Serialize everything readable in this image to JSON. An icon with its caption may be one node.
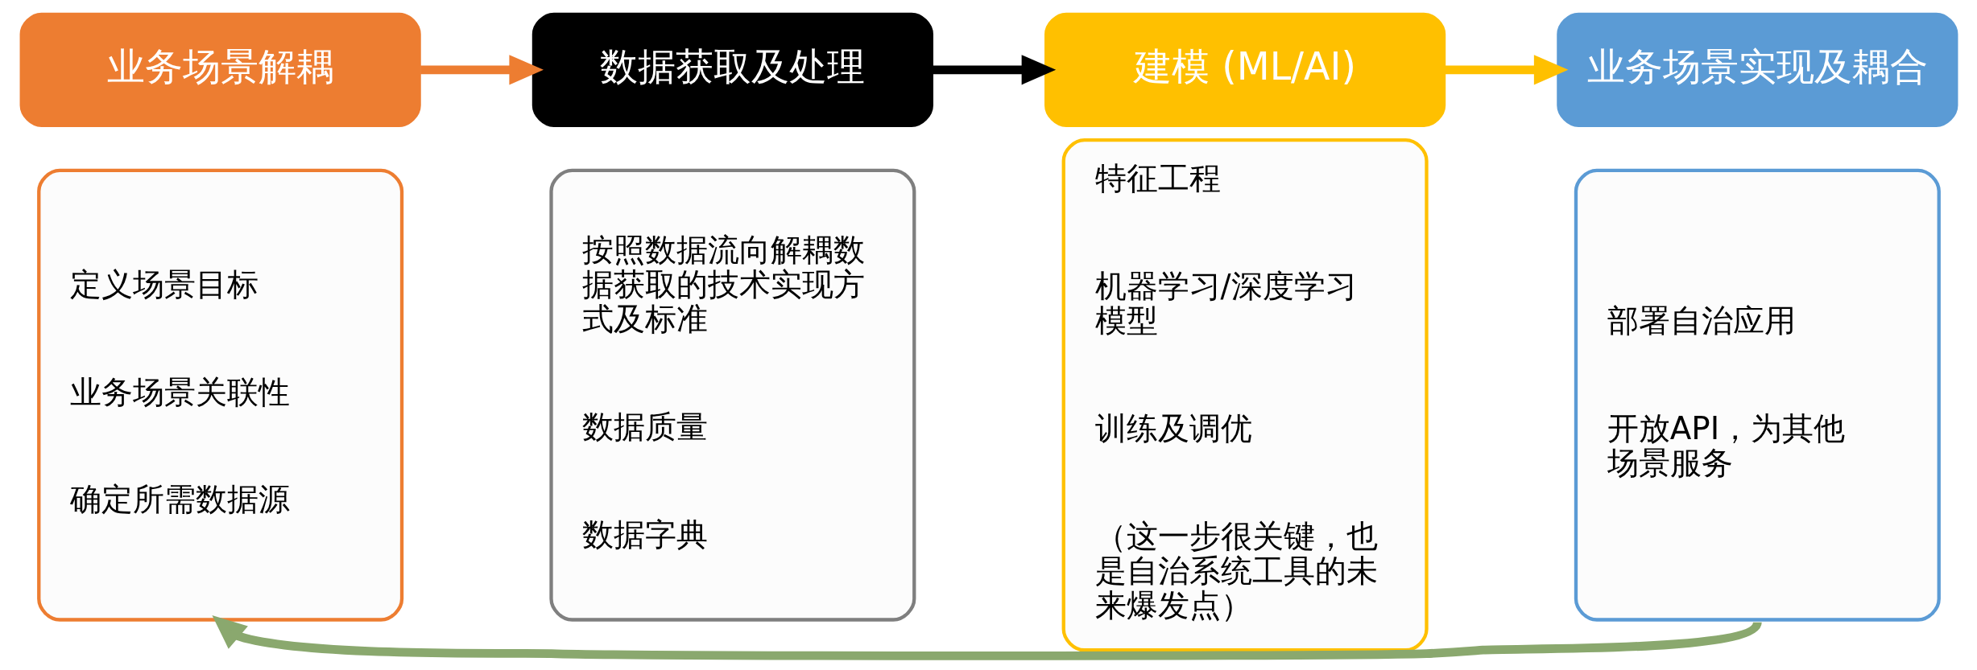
{
  "diagram": {
    "nodes": [
      {
        "text": [
          "业务场景解耦"
        ]
      },
      {
        "text": [
          "定义场景目标",
          "业务场景关联性",
          "确定所需数据源"
        ]
      },
      {
        "text": [
          "数据获取及处理"
        ]
      },
      {
        "text": [
          "按照数据流向解耦数据获取的技术实现方式及标准",
          "数据质量",
          "数据字典"
        ]
      },
      {
        "text": [
          "建模 (ML/AI)"
        ]
      },
      {
        "text": [
          "特征工程",
          "机器学习/深度学习模型",
          "训练及调优",
          "（这一步很关键，也是自治系统工具的未来爆发点）"
        ]
      },
      {
        "text": [
          "业务场景实现及耦合"
        ]
      },
      {
        "text": [
          "部署自治应用",
          "开放API，为其他场景服务"
        ]
      }
    ],
    "edges": [
      {
        "from": 0,
        "to": 2,
        "arrow": "to",
        "color": "#ed7d31"
      },
      {
        "from": 2,
        "to": 4,
        "arrow": "to",
        "color": "#000000"
      },
      {
        "from": 4,
        "to": 6,
        "arrow": "to",
        "color": "#ffc000"
      },
      {
        "from": 7,
        "to": 1,
        "arrow": "to",
        "color": "#8aa86e"
      }
    ]
  }
}
